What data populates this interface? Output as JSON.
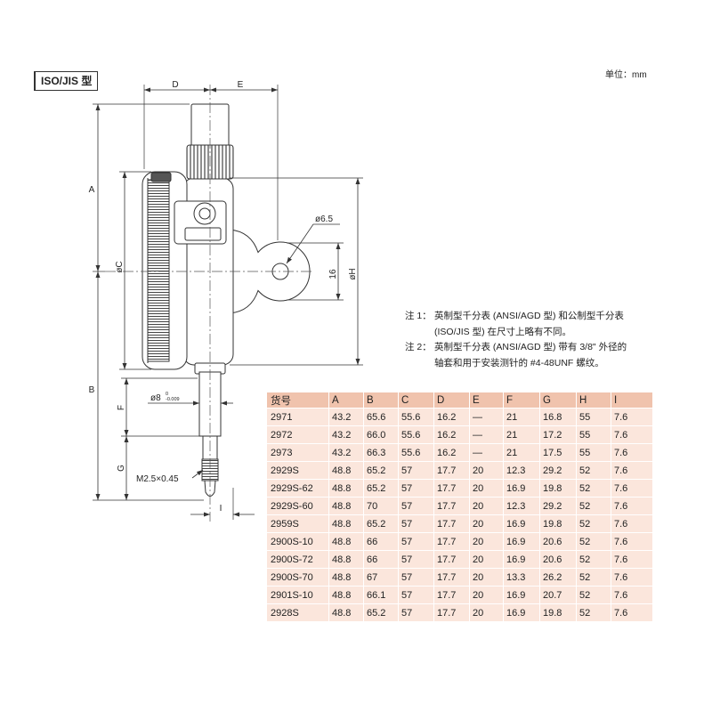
{
  "header": {
    "type_label": "ISO/JIS 型",
    "unit": "单位：mm"
  },
  "drawing": {
    "dim_D": "D",
    "dim_E": "E",
    "dim_A": "A",
    "dim_B": "B",
    "dim_C": "øC",
    "dim_F": "F",
    "dim_G": "G",
    "dim_H": "øH",
    "dim_16": "16",
    "hole_dia": "ø6.5",
    "stem_dia": "ø8",
    "stem_tol_upper": "0",
    "stem_tol_lower": "-0.009",
    "thread": "M2.5×0.45",
    "dim_I": "I"
  },
  "notes": [
    {
      "label": "注 1：",
      "lines": [
        "英制型千分表 (ANSI/AGD 型) 和公制型千分表",
        "(ISO/JIS 型) 在尺寸上略有不同。"
      ]
    },
    {
      "label": "注 2：",
      "lines": [
        "英制型千分表 (ANSI/AGD 型) 带有 3/8\" 外径的",
        "轴套和用于安装测针的 #4-48UNF 螺纹。"
      ]
    }
  ],
  "table": {
    "headers": [
      "货号",
      "A",
      "B",
      "C",
      "D",
      "E",
      "F",
      "G",
      "H",
      "I"
    ],
    "rows": [
      [
        "2971",
        "43.2",
        "65.6",
        "55.6",
        "16.2",
        "—",
        "21",
        "16.8",
        "55",
        "7.6"
      ],
      [
        "2972",
        "43.2",
        "66.0",
        "55.6",
        "16.2",
        "—",
        "21",
        "17.2",
        "55",
        "7.6"
      ],
      [
        "2973",
        "43.2",
        "66.3",
        "55.6",
        "16.2",
        "—",
        "21",
        "17.5",
        "55",
        "7.6"
      ],
      [
        "2929S",
        "48.8",
        "65.2",
        "57",
        "17.7",
        "20",
        "12.3",
        "29.2",
        "52",
        "7.6"
      ],
      [
        "2929S-62",
        "48.8",
        "65.2",
        "57",
        "17.7",
        "20",
        "16.9",
        "19.8",
        "52",
        "7.6"
      ],
      [
        "2929S-60",
        "48.8",
        "70",
        "57",
        "17.7",
        "20",
        "12.3",
        "29.2",
        "52",
        "7.6"
      ],
      [
        "2959S",
        "48.8",
        "65.2",
        "57",
        "17.7",
        "20",
        "16.9",
        "19.8",
        "52",
        "7.6"
      ],
      [
        "2900S-10",
        "48.8",
        "66",
        "57",
        "17.7",
        "20",
        "16.9",
        "20.6",
        "52",
        "7.6"
      ],
      [
        "2900S-72",
        "48.8",
        "66",
        "57",
        "17.7",
        "20",
        "16.9",
        "20.6",
        "52",
        "7.6"
      ],
      [
        "2900S-70",
        "48.8",
        "67",
        "57",
        "17.7",
        "20",
        "13.3",
        "26.2",
        "52",
        "7.6"
      ],
      [
        "2901S-10",
        "48.8",
        "66.1",
        "57",
        "17.7",
        "20",
        "16.9",
        "20.7",
        "52",
        "7.6"
      ],
      [
        "2928S",
        "48.8",
        "65.2",
        "57",
        "17.7",
        "20",
        "16.9",
        "19.8",
        "52",
        "7.6"
      ]
    ]
  },
  "colors": {
    "table_header_bg": "#f0c3ad",
    "table_body_bg": "#fbe6dc",
    "drawing_line": "#333333"
  }
}
